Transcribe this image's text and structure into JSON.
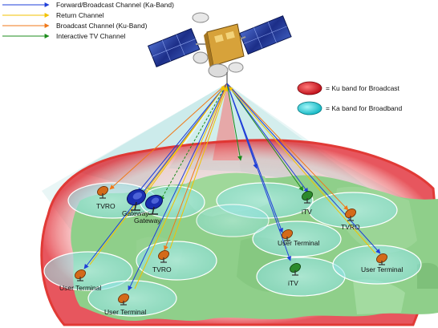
{
  "legend": {
    "items": [
      {
        "label": "Forward/Broadcast Channel (Ka-Band)",
        "color": "#1f3fd8"
      },
      {
        "label": "Return Channel",
        "color": "#f2c200"
      },
      {
        "label": "Broadcast Channel (Ku-Band)",
        "color": "#f07818"
      },
      {
        "label": "Interactive TV Channel",
        "color": "#1c8c1c"
      }
    ]
  },
  "band_key": {
    "ku": {
      "label": "= Ku band for Broadcast",
      "color": "#e0202a"
    },
    "ka": {
      "label": "= Ka band for Broadband",
      "color": "#30d8e0"
    }
  },
  "terminals": [
    {
      "id": "tvro-left",
      "label": "TVRO",
      "kind": "tvro"
    },
    {
      "id": "gateway-1",
      "label": "Gateway",
      "kind": "gateway"
    },
    {
      "id": "gateway-2",
      "label": "Gateway",
      "kind": "gateway"
    },
    {
      "id": "itv-top",
      "label": "iTV",
      "kind": "itv"
    },
    {
      "id": "tvro-right",
      "label": "TVRO",
      "kind": "tvro"
    },
    {
      "id": "user-terminal-center",
      "label": "User Terminal",
      "kind": "user"
    },
    {
      "id": "tvro-center",
      "label": "TVRO",
      "kind": "tvro"
    },
    {
      "id": "itv-center",
      "label": "iTV",
      "kind": "itv"
    },
    {
      "id": "user-terminal-right",
      "label": "User Terminal",
      "kind": "user"
    },
    {
      "id": "user-terminal-left",
      "label": "User Terminal",
      "kind": "user"
    },
    {
      "id": "user-terminal-bottom",
      "label": "User Terminal",
      "kind": "user"
    }
  ],
  "links": [
    {
      "from": "satellite",
      "to": "tvro-left",
      "channel": "Broadcast Channel (Ku-Band)"
    },
    {
      "from": "satellite",
      "to": "gateway-1",
      "channel": "Forward/Broadcast Channel (Ka-Band)"
    },
    {
      "from": "gateway-1",
      "to": "satellite",
      "channel": "Return Channel"
    },
    {
      "from": "satellite",
      "to": "gateway-2",
      "channel": "Interactive TV Channel"
    },
    {
      "from": "satellite",
      "to": "user-terminal-left",
      "channel": "Forward/Broadcast Channel (Ka-Band)"
    },
    {
      "from": "user-terminal-left",
      "to": "satellite",
      "channel": "Return Channel"
    },
    {
      "from": "satellite",
      "to": "user-terminal-bottom",
      "channel": "Forward/Broadcast Channel (Ka-Band)"
    },
    {
      "from": "user-terminal-bottom",
      "to": "satellite",
      "channel": "Return Channel"
    },
    {
      "from": "satellite",
      "to": "tvro-center",
      "channel": "Broadcast Channel (Ku-Band)"
    },
    {
      "from": "satellite",
      "to": "user-terminal-center",
      "channel": "Forward/Broadcast Channel (Ka-Band)"
    },
    {
      "from": "satellite",
      "to": "itv-center",
      "channel": "Forward/Broadcast Channel (Ka-Band)"
    },
    {
      "from": "satellite",
      "to": "itv-top",
      "channel": "Interactive TV Channel"
    },
    {
      "from": "satellite",
      "to": "tvro-right",
      "channel": "Broadcast Channel (Ku-Band)"
    },
    {
      "from": "satellite",
      "to": "user-terminal-right",
      "channel": "Forward/Broadcast Channel (Ka-Band)"
    },
    {
      "from": "user-terminal-right",
      "to": "satellite",
      "channel": "Return Channel"
    }
  ]
}
